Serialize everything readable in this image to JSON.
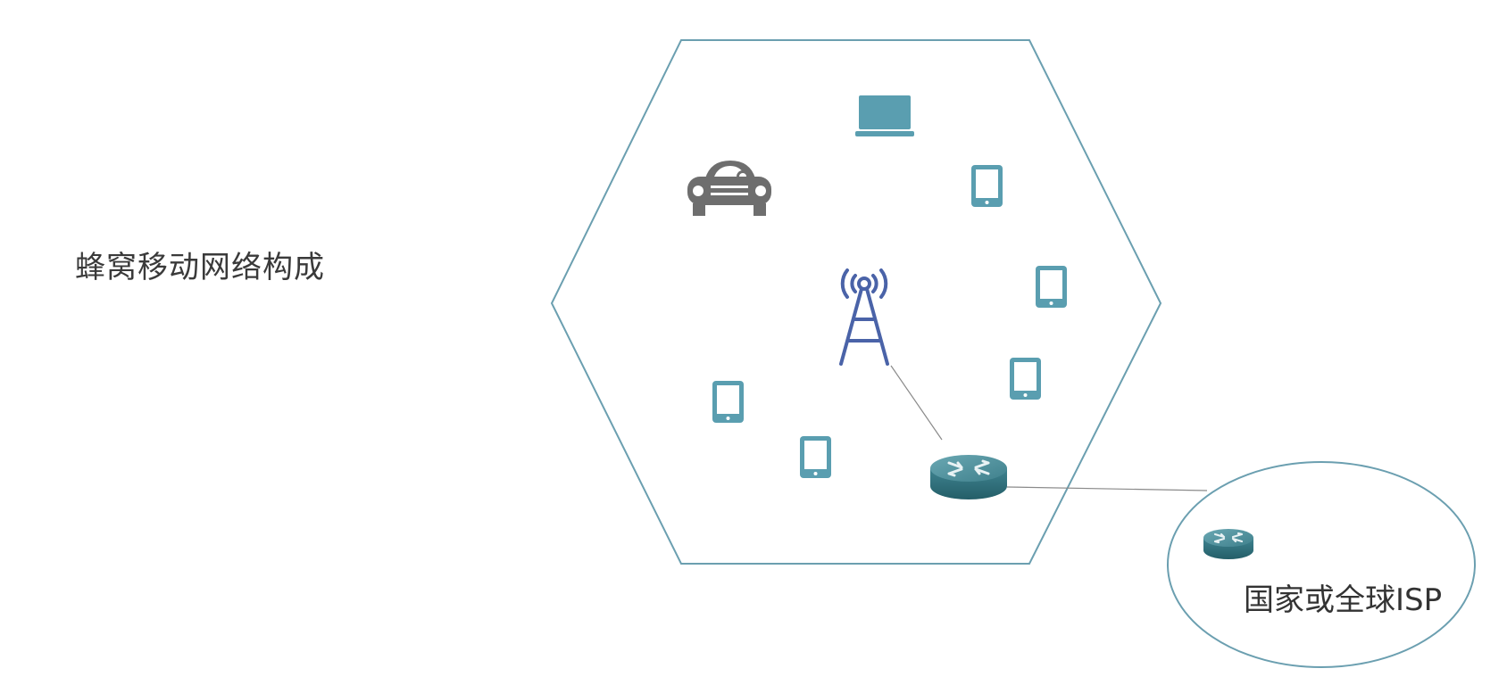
{
  "title": "蜂窝移动网络构成",
  "isp_label": "国家或全球ISP",
  "colors": {
    "device": "#5a9eb0",
    "car": "#6e6e6e",
    "tower": "#4a63a8",
    "outline": "#6b9fb0",
    "router_top": "#4f8d98",
    "router_side": "#2f6f7a"
  },
  "devices": [
    {
      "type": "laptop",
      "icon": "laptop-icon"
    },
    {
      "type": "car",
      "icon": "car-icon"
    },
    {
      "type": "tablet",
      "icon": "tablet-icon"
    },
    {
      "type": "tablet",
      "icon": "tablet-icon"
    },
    {
      "type": "tablet",
      "icon": "tablet-icon"
    },
    {
      "type": "tablet",
      "icon": "tablet-icon"
    },
    {
      "type": "tablet",
      "icon": "tablet-icon"
    },
    {
      "type": "tower",
      "icon": "cell-tower-icon"
    },
    {
      "type": "router",
      "icon": "router-icon"
    },
    {
      "type": "router",
      "icon": "router-icon"
    }
  ]
}
